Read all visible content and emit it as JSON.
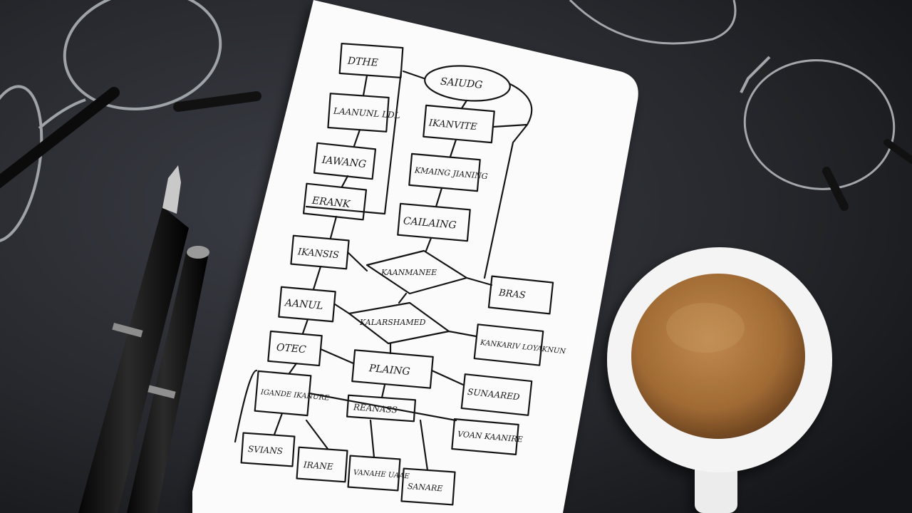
{
  "scene": {
    "subject": "hand-drawn flowchart on a notebook page",
    "surface_color": "#1f2126",
    "paper_color": "#fbfbfb",
    "ink_color": "#151515",
    "coffee_color": "#a8733c",
    "cup_color": "#f4f4f4",
    "objects": [
      "notebook-page",
      "eyeglasses-left",
      "eyeglasses-right",
      "fountain-pen",
      "ballpoint-pen",
      "coffee-cup"
    ]
  },
  "flowchart": {
    "scribbles": [
      "DTHE",
      "SAIUDG",
      "LAANUNL LDL",
      "IKANVITE",
      "IAWANG",
      "KMAING JIANING",
      "ERANK",
      "CAILAING",
      "IKANSIS",
      "KAANMANEE",
      "BRAS",
      "AANUL",
      "KALARSHAMED",
      "KANKARIV LOYAKNUN",
      "OTEC",
      "PLAING",
      "IGANDE IKANURE",
      "REANASS",
      "SUNAARED",
      "VOAN KAANIRE",
      "SVIANS",
      "IRANE",
      "VANAHE UAAE",
      "SANARE"
    ]
  }
}
